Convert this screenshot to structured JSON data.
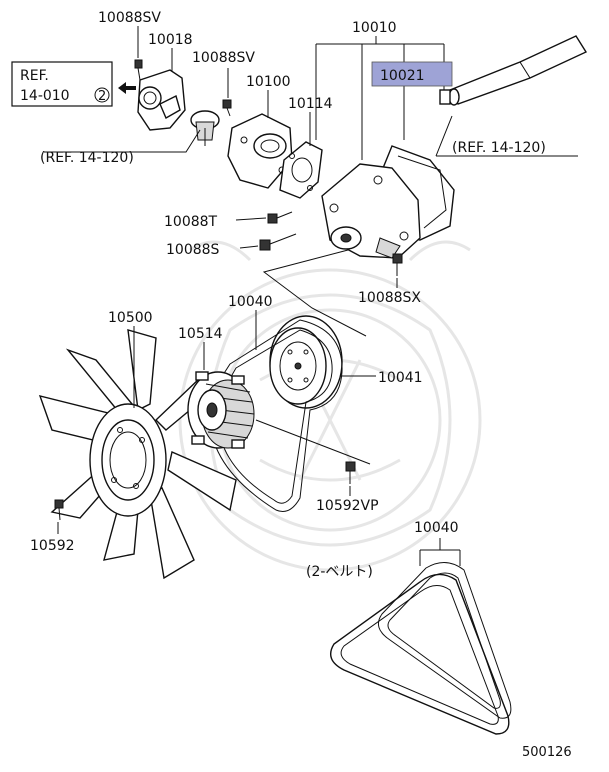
{
  "diagram": {
    "drawing_number": "500126",
    "colors": {
      "highlight": "#9ea3d6",
      "ink": "#111111",
      "watermark": "#e6e6e6"
    },
    "labels": {
      "p10088sv_a": "10088SV",
      "p10018": "10018",
      "p10088sv_b": "10088SV",
      "p10100": "10100",
      "p10114": "10114",
      "p10010": "10010",
      "p10021": "10021",
      "p10088t": "10088T",
      "p10088s": "10088S",
      "p10088sx": "10088SX",
      "p10040_a": "10040",
      "p10500": "10500",
      "p10514": "10514",
      "p10041": "10041",
      "p10592vp": "10592VP",
      "p10592": "10592",
      "p10040_b": "10040",
      "belt_note": "(2-ベルト)"
    },
    "refs": {
      "ref_box_line1": "REF.",
      "ref_box_line2": "14-010",
      "ref_box_circle": "2",
      "ref_14120_left": "(REF. 14-120)",
      "ref_14120_right": "(REF. 14-120)"
    }
  }
}
